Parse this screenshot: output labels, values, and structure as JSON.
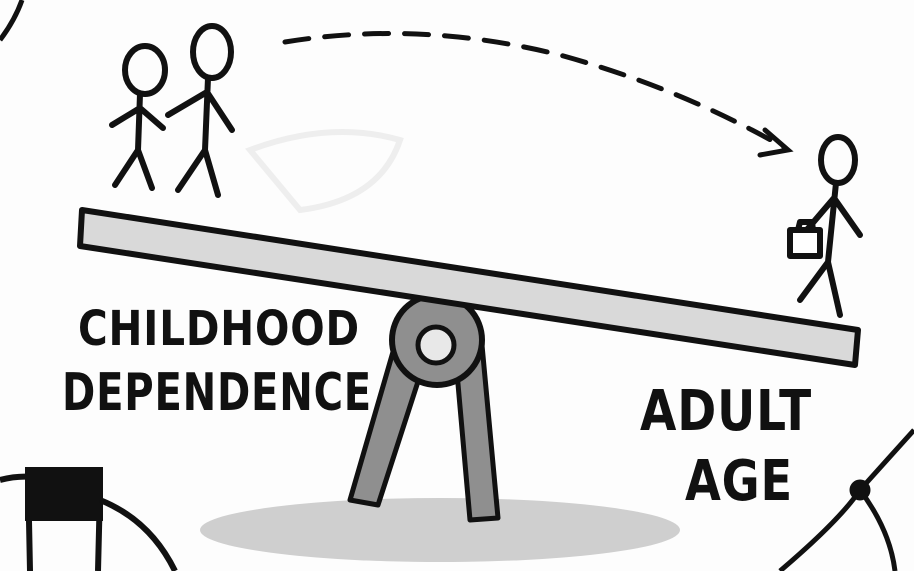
{
  "illustration": {
    "left_label": {
      "line1": "CHILDHOOD",
      "line2": "DEPENDENCE"
    },
    "right_label": {
      "line1": "ADULT",
      "line2": "AGE"
    },
    "colors": {
      "ink": "#111111",
      "beam_fill": "#d9d9d9",
      "stand_fill": "#8f8f8f",
      "shadow": "#cfcfcf",
      "background": "#fdfdfd"
    }
  }
}
